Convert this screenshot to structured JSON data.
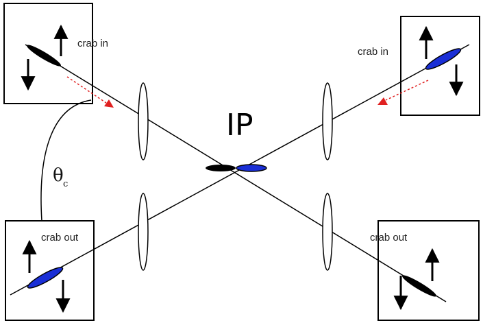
{
  "labels": {
    "crab_in_left": "crab in",
    "crab_in_right": "crab in",
    "crab_out_left": "crab out",
    "crab_out_right": "crab out",
    "ip": "IP",
    "crossing_angle_symbol": "θ",
    "crossing_angle_subscript": "c"
  },
  "colors": {
    "beam_line": "#000000",
    "bunch_black": "#000000",
    "bunch_blue": "#1a2fd6",
    "kick_arrow": "#e02020",
    "lens_fill": "#ffffff"
  },
  "icons": {
    "kick_up": "arrow-up-icon",
    "kick_down": "arrow-down-icon"
  }
}
